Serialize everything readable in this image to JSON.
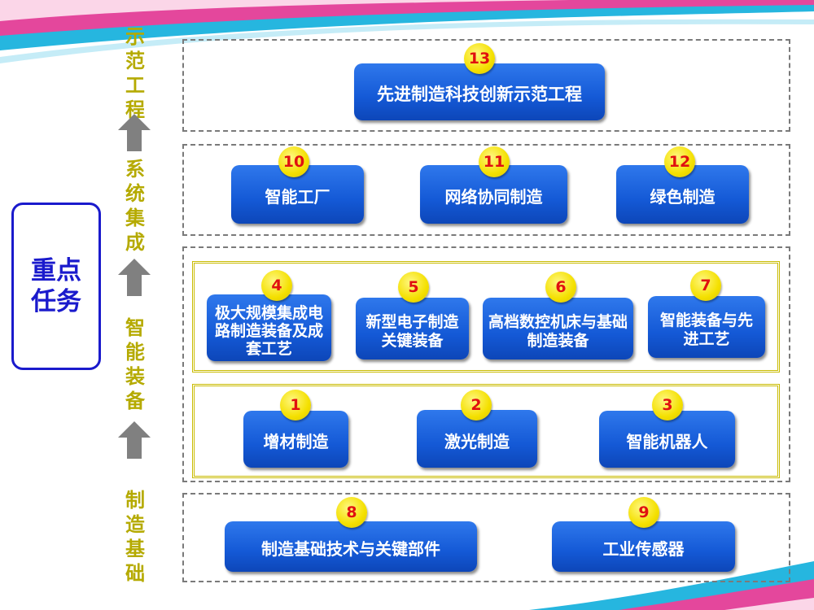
{
  "left_panel": {
    "title_line1": "重点",
    "title_line2": "任务"
  },
  "side_labels": {
    "demo": "示范工程",
    "integration": "系统集成",
    "equipment": "智能装备",
    "foundation": "制造基础"
  },
  "colors": {
    "box_blue": "#1a5fdc",
    "badge_yellow": "#f4e000",
    "badge_text": "#e01010",
    "label_olive": "#b5aa00",
    "panel_border": "#1a1acc"
  },
  "tiers": {
    "demo": [
      {
        "num": "13",
        "label": "先进制造科技创新示范工程"
      }
    ],
    "integration": [
      {
        "num": "10",
        "label": "智能工厂"
      },
      {
        "num": "11",
        "label": "网络协同制造"
      },
      {
        "num": "12",
        "label": "绿色制造"
      }
    ],
    "equipment_upper": [
      {
        "num": "4",
        "label": "极大规模集成电路制造装备及成套工艺"
      },
      {
        "num": "5",
        "label": "新型电子制造关键装备"
      },
      {
        "num": "6",
        "label": "高档数控机床与基础制造装备"
      },
      {
        "num": "7",
        "label": "智能装备与先进工艺"
      }
    ],
    "equipment_lower": [
      {
        "num": "1",
        "label": "增材制造"
      },
      {
        "num": "2",
        "label": "激光制造"
      },
      {
        "num": "3",
        "label": "智能机器人"
      }
    ],
    "foundation": [
      {
        "num": "8",
        "label": "制造基础技术与关键部件"
      },
      {
        "num": "9",
        "label": "工业传感器"
      }
    ]
  }
}
